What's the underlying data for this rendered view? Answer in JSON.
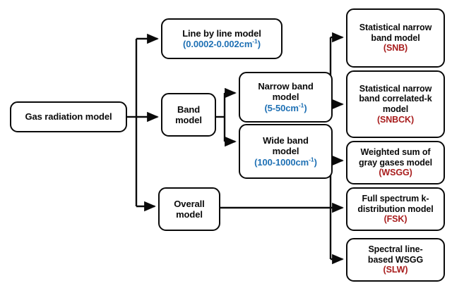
{
  "diagram": {
    "title": "Gas radiation model classification flowchart",
    "colors": {
      "blue": "#1E70B4",
      "red": "#A81C1C",
      "outline": "#0A0A0A",
      "background": "#FFFFFF"
    },
    "nodes": {
      "root": {
        "title": "Gas radiation model",
        "sub": ""
      },
      "lbl": {
        "title": "Line by line model",
        "sub_prefix": "(0.0002-0.002cm",
        "sub_sup": "-1",
        "sub_suffix": ")"
      },
      "band": {
        "title_line1": "Band",
        "title_line2": "model"
      },
      "narrow": {
        "title_line1": "Narrow band",
        "title_line2": "model",
        "sub_prefix": "(5-50cm",
        "sub_sup": "-1",
        "sub_suffix": ")"
      },
      "wide": {
        "title_line1": "Wide band",
        "title_line2": "model",
        "sub_prefix": "(100-1000cm",
        "sub_sup": "-1",
        "sub_suffix": ")"
      },
      "overall": {
        "title_line1": "Overall",
        "title_line2": "model"
      },
      "snb": {
        "title_line1": "Statistical narrow",
        "title_line2": "band model",
        "sub": "(SNB)"
      },
      "snbck": {
        "title_line1": "Statistical narrow",
        "title_line2": "band correlated-k",
        "title_line3": "model",
        "sub": "(SNBCK)"
      },
      "wsgg": {
        "title_line1": "Weighted sum of",
        "title_line2": "gray gases model",
        "sub": "(WSGG)"
      },
      "fsk": {
        "title_line1": "Full spectrum k-",
        "title_line2": "distribution model",
        "sub": "(FSK)"
      },
      "slw": {
        "title_line1": "Spectral line-",
        "title_line2": "based WSGG",
        "sub": "(SLW)"
      }
    },
    "edges": [
      {
        "from": "root",
        "to": "lbl"
      },
      {
        "from": "root",
        "to": "band"
      },
      {
        "from": "root",
        "to": "overall"
      },
      {
        "from": "band",
        "to": "narrow"
      },
      {
        "from": "band",
        "to": "wide"
      },
      {
        "from": "narrow",
        "to": "snb"
      },
      {
        "from": "narrow",
        "to": "snbck"
      },
      {
        "from": "overall",
        "to": "wsgg"
      },
      {
        "from": "overall",
        "to": "fsk"
      },
      {
        "from": "overall",
        "to": "slw"
      }
    ]
  }
}
